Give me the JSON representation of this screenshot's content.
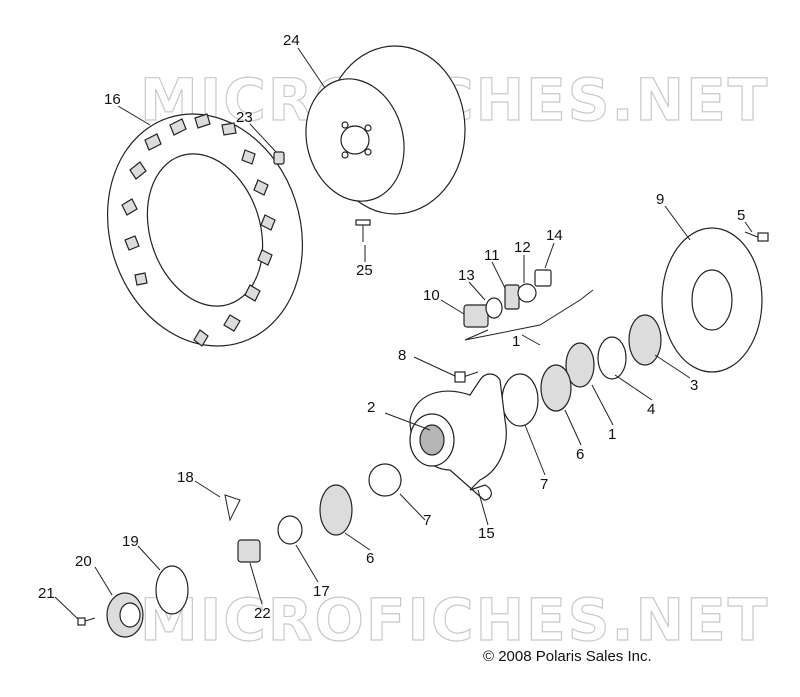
{
  "watermarks": [
    "MICROFICHES.NET",
    "MICROFICHES.NET"
  ],
  "copyright": "© 2008 Polaris Sales Inc.",
  "callouts": {
    "c24": "24",
    "c16": "16",
    "c23": "23",
    "c9": "9",
    "c5": "5",
    "c14": "14",
    "c12": "12",
    "c11": "11",
    "c13": "13",
    "c10": "10",
    "c25": "25",
    "c1a": "1",
    "c8": "8",
    "c3": "3",
    "c4": "4",
    "c1b": "1",
    "c2": "2",
    "c6a": "6",
    "c7a": "7",
    "c15": "15",
    "c18": "18",
    "c7b": "7",
    "c19": "19",
    "c6b": "6",
    "c20": "20",
    "c17": "17",
    "c21": "21",
    "c22": "22"
  }
}
